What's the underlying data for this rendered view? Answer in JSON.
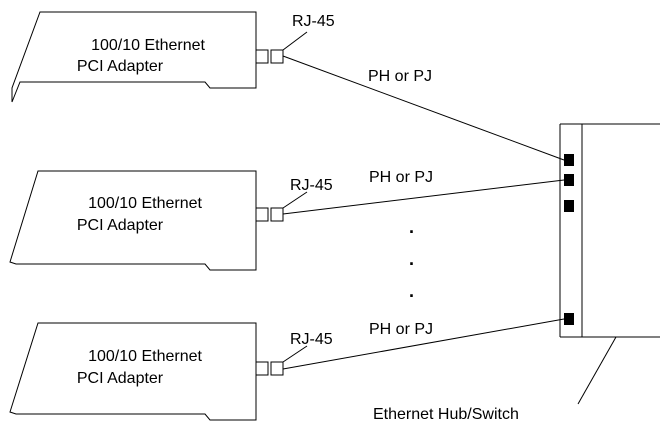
{
  "diagram": {
    "adapters": [
      {
        "line1": "100/10 Ethernet",
        "line2": "PCI Adapter",
        "port_label": "RJ-45",
        "cable_label": "PH or PJ"
      },
      {
        "line1": "100/10 Ethernet",
        "line2": "PCI Adapter",
        "port_label": "RJ-45",
        "cable_label": "PH or PJ"
      },
      {
        "line1": "100/10 Ethernet",
        "line2": "PCI Adapter",
        "port_label": "RJ-45",
        "cable_label": "PH or PJ"
      }
    ],
    "ellipsis_dots": [
      ".",
      ".",
      "."
    ],
    "hub_label": "Ethernet Hub/Switch",
    "colors": {
      "line": "#000000",
      "port_fill": "#000000",
      "background": "#ffffff"
    }
  }
}
